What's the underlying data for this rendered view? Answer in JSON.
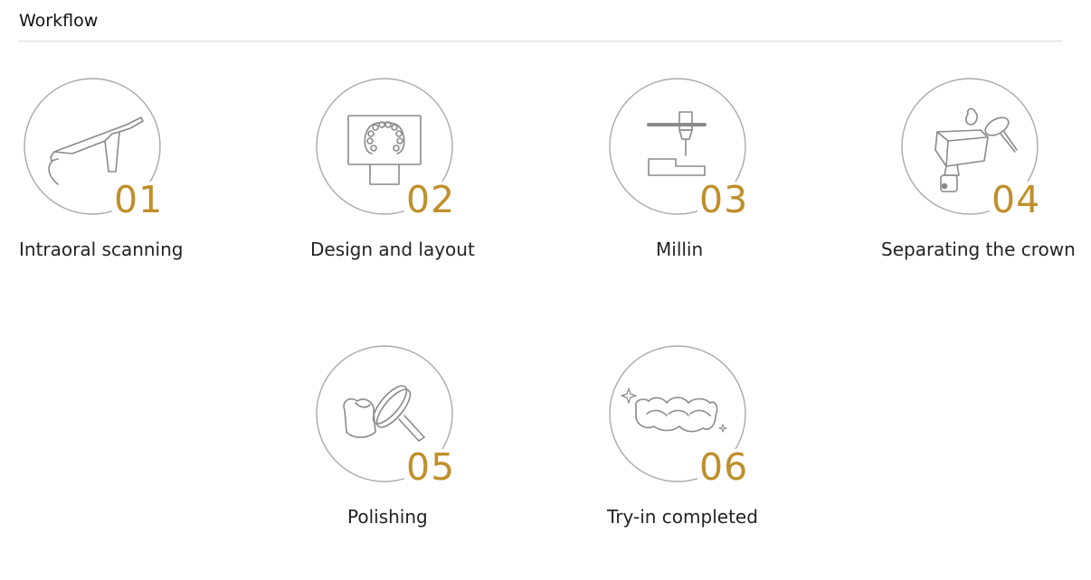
{
  "section": {
    "title": "Workflow"
  },
  "steps": [
    {
      "number": "01",
      "label": "Intraoral scanning",
      "icon": "intraoral-scanner-icon"
    },
    {
      "number": "02",
      "label": "Design and layout",
      "icon": "monitor-dental-arch-icon"
    },
    {
      "number": "03",
      "label": "Millin",
      "icon": "milling-machine-icon"
    },
    {
      "number": "04",
      "label": "Separating the crown",
      "icon": "crown-separating-tool-icon"
    },
    {
      "number": "05",
      "label": "Polishing",
      "icon": "polishing-tool-icon"
    },
    {
      "number": "06",
      "label": "Try-in completed",
      "icon": "sparkling-teeth-icon"
    }
  ],
  "colors": {
    "accent": "#bf8f2a",
    "ring": "#a9a9a9",
    "icon_stroke": "#8a8a8a",
    "divider": "#d9d9d9"
  }
}
